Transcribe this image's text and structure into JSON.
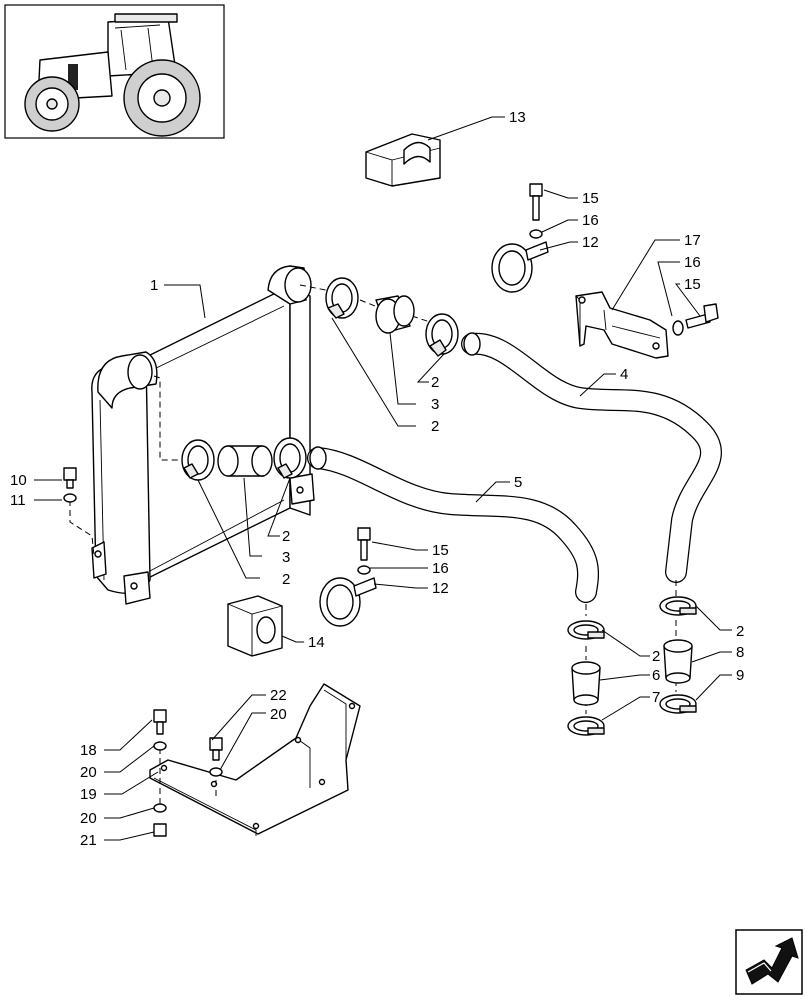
{
  "diagram": {
    "thumbnail_icon": "tractor-thumbnail-icon",
    "nav_icon": "next-page-arrow-icon",
    "callouts": {
      "c1": "1",
      "c2a": "2",
      "c3a": "3",
      "c2b": "2",
      "c2c": "2",
      "c3b": "3",
      "c2d": "2",
      "c4": "4",
      "c5": "5",
      "c2e": "2",
      "c6": "6",
      "c7": "7",
      "c2f": "2",
      "c8": "8",
      "c9": "9",
      "c10": "10",
      "c11": "11",
      "c12a": "12",
      "c15a": "15",
      "c16a": "16",
      "c12b": "12",
      "c15b": "15",
      "c16b": "16",
      "c13": "13",
      "c14": "14",
      "c17": "17",
      "c16c": "16",
      "c15c": "15",
      "c18": "18",
      "c19": "19",
      "c20a": "20",
      "c20b": "20",
      "c20c": "20",
      "c21": "21",
      "c22": "22"
    }
  }
}
